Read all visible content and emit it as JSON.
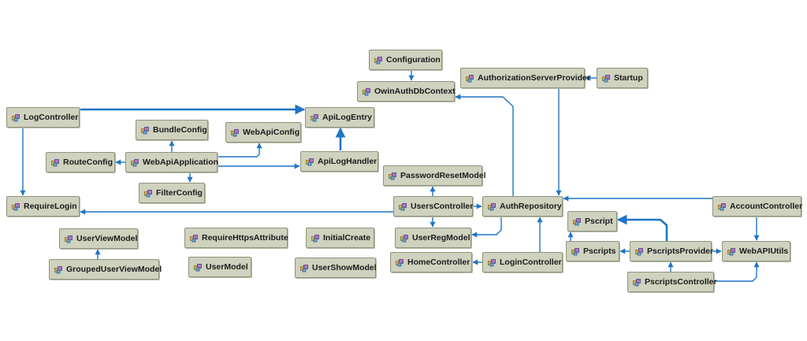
{
  "diagram": {
    "colors": {
      "node_fill": "#ced2be",
      "node_border": "#8e937c",
      "edge": "#1f74c4"
    },
    "node_icon": "class-icon",
    "nodes": [
      {
        "id": "Configuration",
        "label": "Configuration"
      },
      {
        "id": "OwinAuthDbContext",
        "label": "OwinAuthDbContext"
      },
      {
        "id": "AuthorizationServerProvider",
        "label": "AuthorizationServerProvider"
      },
      {
        "id": "Startup",
        "label": "Startup"
      },
      {
        "id": "LogController",
        "label": "LogController"
      },
      {
        "id": "ApiLogEntry",
        "label": "ApiLogEntry"
      },
      {
        "id": "BundleConfig",
        "label": "BundleConfig"
      },
      {
        "id": "WebApiConfig",
        "label": "WebApiConfig"
      },
      {
        "id": "RouteConfig",
        "label": "RouteConfig"
      },
      {
        "id": "WebApiApplication",
        "label": "WebApiApplication"
      },
      {
        "id": "ApiLogHandler",
        "label": "ApiLogHandler"
      },
      {
        "id": "FilterConfig",
        "label": "FilterConfig"
      },
      {
        "id": "PasswordResetModel",
        "label": "PasswordResetModel"
      },
      {
        "id": "RequireLogin",
        "label": "RequireLogin"
      },
      {
        "id": "UsersController",
        "label": "UsersController"
      },
      {
        "id": "AuthRepository",
        "label": "AuthRepository"
      },
      {
        "id": "AccountController",
        "label": "AccountController"
      },
      {
        "id": "Pscript",
        "label": "Pscript"
      },
      {
        "id": "UserViewModel",
        "label": "UserViewModel"
      },
      {
        "id": "RequireHttpsAttribute",
        "label": "RequireHttpsAttribute"
      },
      {
        "id": "InitialCreate",
        "label": "InitialCreate"
      },
      {
        "id": "UserRegModel",
        "label": "UserRegModel"
      },
      {
        "id": "Pscripts",
        "label": "Pscripts"
      },
      {
        "id": "PscriptsProvider",
        "label": "PscriptsProvider"
      },
      {
        "id": "WebAPIUtils",
        "label": "WebAPIUtils"
      },
      {
        "id": "GroupedUserViewModel",
        "label": "GroupedUserViewModel"
      },
      {
        "id": "UserModel",
        "label": "UserModel"
      },
      {
        "id": "UserShowModel",
        "label": "UserShowModel"
      },
      {
        "id": "HomeController",
        "label": "HomeController"
      },
      {
        "id": "LoginController",
        "label": "LoginController"
      },
      {
        "id": "PscriptsController",
        "label": "PscriptsController"
      }
    ],
    "edges": [
      {
        "from": "Configuration",
        "to": "OwinAuthDbContext"
      },
      {
        "from": "Startup",
        "to": "AuthorizationServerProvider"
      },
      {
        "from": "AuthorizationServerProvider",
        "to": "AuthRepository"
      },
      {
        "from": "LogController",
        "to": "ApiLogEntry"
      },
      {
        "from": "LogController",
        "to": "RequireLogin"
      },
      {
        "from": "ApiLogHandler",
        "to": "ApiLogEntry"
      },
      {
        "from": "WebApiApplication",
        "to": "BundleConfig"
      },
      {
        "from": "WebApiApplication",
        "to": "WebApiConfig"
      },
      {
        "from": "WebApiApplication",
        "to": "RouteConfig"
      },
      {
        "from": "WebApiApplication",
        "to": "FilterConfig"
      },
      {
        "from": "WebApiApplication",
        "to": "ApiLogHandler"
      },
      {
        "from": "UsersController",
        "to": "PasswordResetModel"
      },
      {
        "from": "UsersController",
        "to": "RequireLogin"
      },
      {
        "from": "UsersController",
        "to": "AuthRepository"
      },
      {
        "from": "UsersController",
        "to": "UserRegModel"
      },
      {
        "from": "AuthRepository",
        "to": "OwinAuthDbContext"
      },
      {
        "from": "AuthRepository",
        "to": "UserRegModel"
      },
      {
        "from": "AccountController",
        "to": "AuthRepository"
      },
      {
        "from": "AccountController",
        "to": "WebAPIUtils"
      },
      {
        "from": "GroupedUserViewModel",
        "to": "UserViewModel"
      },
      {
        "from": "LoginController",
        "to": "HomeController"
      },
      {
        "from": "LoginController",
        "to": "AuthRepository"
      },
      {
        "from": "PscriptsProvider",
        "to": "Pscripts"
      },
      {
        "from": "PscriptsProvider",
        "to": "Pscript"
      },
      {
        "from": "PscriptsProvider",
        "to": "WebAPIUtils"
      },
      {
        "from": "Pscripts",
        "to": "Pscript"
      },
      {
        "from": "PscriptsController",
        "to": "PscriptsProvider"
      },
      {
        "from": "PscriptsController",
        "to": "WebAPIUtils"
      }
    ]
  }
}
